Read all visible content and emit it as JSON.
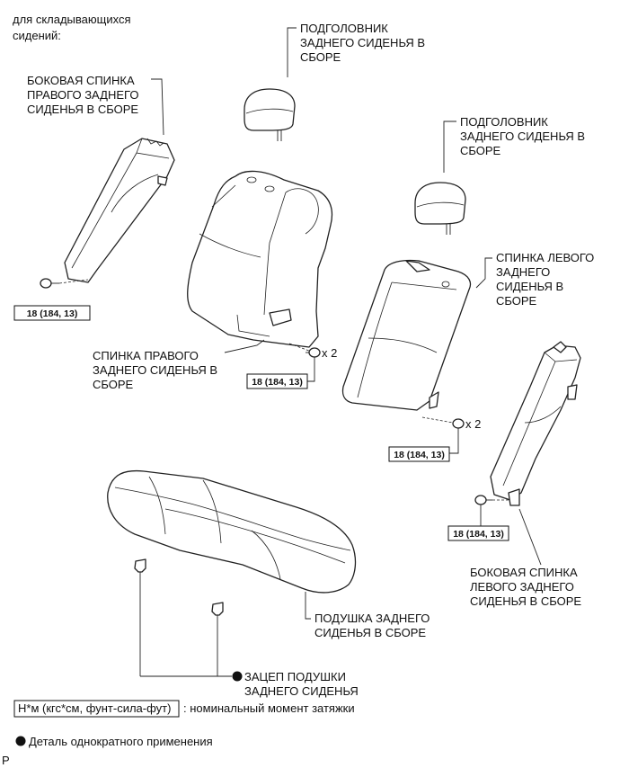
{
  "header_note": [
    "для складывающихся",
    "сидений:"
  ],
  "labels": {
    "headrest_1": [
      "ПОДГОЛОВНИК",
      "ЗАДНЕГО СИДЕНЬЯ В",
      "СБОРЕ"
    ],
    "headrest_2": [
      "ПОДГОЛОВНИК",
      "ЗАДНЕГО СИДЕНЬЯ В",
      "СБОРЕ"
    ],
    "right_side_back": [
      "БОКОВАЯ СПИНКА",
      "ПРАВОГО ЗАДНЕГО",
      "СИДЕНЬЯ В СБОРЕ"
    ],
    "left_back": [
      "СПИНКА ЛЕВОГО",
      "ЗАДНЕГО",
      "СИДЕНЬЯ В",
      "СБОРЕ"
    ],
    "right_back": [
      "СПИНКА ПРАВОГО",
      "ЗАДНЕГО СИДЕНЬЯ В",
      "СБОРЕ"
    ],
    "left_side_back": [
      "БОКОВАЯ СПИНКА",
      "ЛЕВОГО ЗАДНЕГО",
      "СИДЕНЬЯ В СБОРЕ"
    ],
    "cushion": [
      "ПОДУШКА ЗАДНЕГО",
      "СИДЕНЬЯ В СБОРЕ"
    ],
    "cushion_hook": [
      "ЗАЦЕП ПОДУШКИ",
      "ЗАДНЕГО СИДЕНЬЯ"
    ]
  },
  "torque": {
    "t1": "18 (184, 13)",
    "t2": "18 (184, 13)",
    "t3": "18 (184, 13)",
    "t4": "18 (184, 13)"
  },
  "qty": {
    "q1": "x 2",
    "q2": "x 2"
  },
  "legend": {
    "unit_box": "Н*м (кгс*см, фунт-сила-фут)",
    "unit_desc": ": номинальный момент затяжки",
    "single_use": "Деталь однократного применения"
  },
  "corner_mark": "P"
}
